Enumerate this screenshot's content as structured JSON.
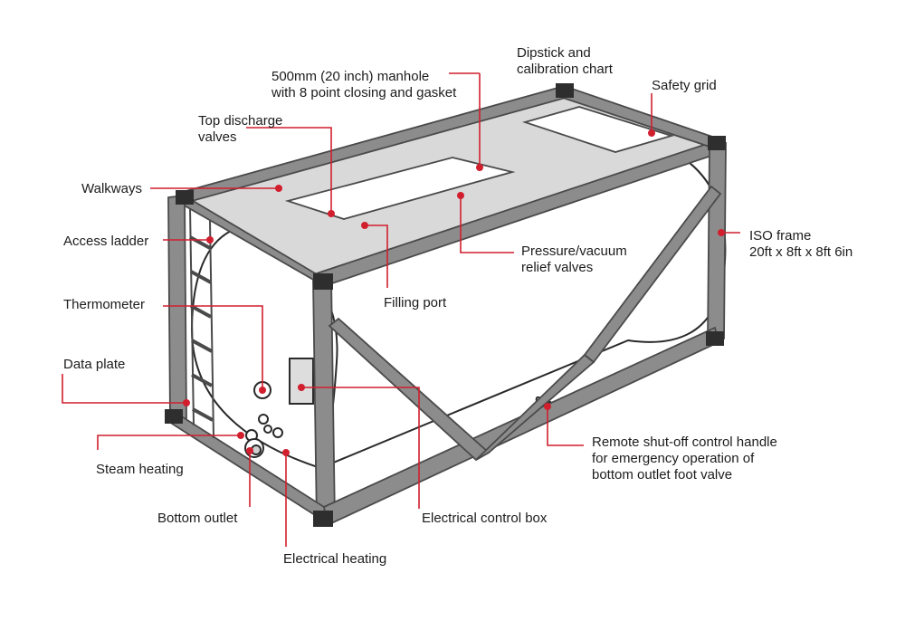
{
  "labels": {
    "dipstick": "Dipstick and\ncalibration chart",
    "manhole": "500mm (20 inch) manhole\nwith 8 point closing and gasket",
    "safety_grid": "Safety grid",
    "top_discharge": "Top discharge\nvalves",
    "walkways": "Walkways",
    "iso_frame": "ISO frame\n20ft x 8ft x 8ft 6in",
    "access_ladder": "Access ladder",
    "pressure_relief": "Pressure/vacuum\nrelief valves",
    "filling_port": "Filling port",
    "thermometer": "Thermometer",
    "data_plate": "Data plate",
    "remote_shutoff": "Remote shut-off control handle\nfor emergency operation of\nbottom outlet foot valve",
    "steam_heating": "Steam heating",
    "bottom_outlet": "Bottom outlet",
    "electrical_control_box": "Electrical control box",
    "electrical_heating": "Electrical heating"
  },
  "colors": {
    "frame": "#8c8c8c",
    "frame_stroke": "#4a4a4a",
    "corner_casting": "#2e2e2e",
    "walkway": "#d9d9d9",
    "leader_line": "#d11f2e",
    "text": "#1c1c1c"
  }
}
